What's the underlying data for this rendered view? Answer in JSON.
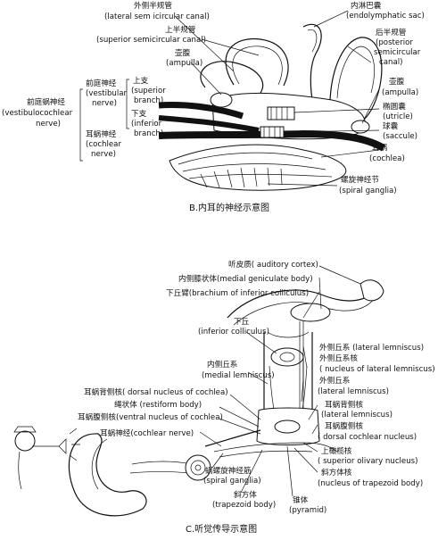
{
  "panel_b": {
    "caption": "B.内耳的神经示意图",
    "labels": {
      "lateral_canal_zh": "外侧半规管",
      "lateral_canal_en": "(lateral sem icircular canal)",
      "superior_canal_zh": "上半规管",
      "superior_canal_en": "(superior semicircular canal)",
      "ampulla_left_zh": "壶腹",
      "ampulla_left_en": "(ampulla)",
      "endolymphatic_zh": "内淋巴囊",
      "endolymphatic_en": "(endolymphatic sac)",
      "posterior_canal_zh": "后半规管",
      "posterior_canal_en1": "(posterior",
      "posterior_canal_en2": "semicircular",
      "posterior_canal_en3": "canal)",
      "ampulla_right_zh": "壶腹",
      "ampulla_right_en": "(ampulla)",
      "utricle_zh": "椭圆囊",
      "utricle_en": "(utricle)",
      "saccule_zh": "球囊",
      "saccule_en": "(saccule)",
      "cochlea_zh": "耳蜗",
      "cochlea_en": "(cochlea)",
      "spiral_ganglia_zh": "螺旋神经节",
      "spiral_ganglia_en": "(spiral ganglia)",
      "vestibulocochlear_zh": "前庭蜗神经",
      "vestibulocochlear_en1": "(vestibulocochlear",
      "vestibulocochlear_en2": "nerve)",
      "vestibular_zh": "前庭神经",
      "vestibular_en1": "(vestibular",
      "vestibular_en2": "nerve)",
      "cochlear_zh": "耳蜗神经",
      "cochlear_en1": "(cochlear",
      "cochlear_en2": "nerve)",
      "superior_branch_zh": "上支",
      "superior_branch_en1": "(superior",
      "superior_branch_en2": "branch)",
      "inferior_branch_zh": "下支",
      "inferior_branch_en1": "(inferior",
      "inferior_branch_en2": "branch)"
    }
  },
  "panel_c": {
    "caption": "C.听觉传导示意图",
    "labels": {
      "auditory_cortex": "听皮质( auditory cortex)",
      "mgb": "内侧膝状体(medial geniculate body)",
      "brachium": "下丘臂(brachium of inferior colliculus)",
      "ic_zh": "下丘",
      "ic_en": "(inferior colliculus)",
      "lateral_lemniscus_right": "外侧丘系 (lateral lemniscus)",
      "nll_zh": "外侧丘系核",
      "nll_en": "( nucleus of lateral lemniscus)",
      "medial_lemniscus_zh": "内侧丘系",
      "medial_lemniscus_en": "(medial lemniscus)",
      "lateral_lemniscus2_zh": "外侧丘系",
      "lateral_lemniscus2_en": "(lateral lemniscus)",
      "dorsal_nucleus_left": "耳蜗背侧核( dorsal nucleus of cochlea)",
      "restiform": "绳状体 (restiform body)",
      "ventral_nucleus": "耳蜗腹侧核(ventral nucleus of cochlea)",
      "cochlear_nerve": "耳蜗神经(cochlear nerve)",
      "dorsal_nucleus_right_zh": "耳蜗背侧核",
      "dorsal_nucleus_right_en": "(lateral lemniscus)",
      "ventral_nucleus_right_zh": "耳蜗腹侧核",
      "ventral_nucleus_right_en": "( dorsal cochlear nucleus)",
      "superior_olivary_zh": "上橄榄核",
      "superior_olivary_en": "( superior olivary nucleus)",
      "trapezoid_nucleus_zh": "斜方体核",
      "trapezoid_nucleus_en": "(nucleus of trapezoid body)",
      "spiral_ganglia_zh": "蜗螺旋神经筋",
      "spiral_ganglia_en": "(spiral ganglia)",
      "trapezoid_body_zh": "斜方体",
      "trapezoid_body_en": "(trapezoid body)",
      "pyramid_zh": "锥体",
      "pyramid_en": "(pyramid)"
    }
  }
}
